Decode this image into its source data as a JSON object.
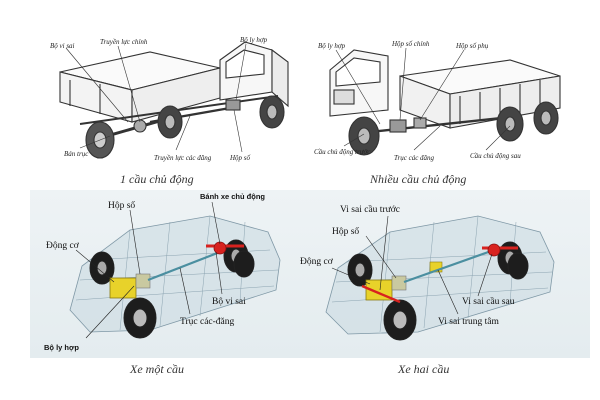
{
  "top_left": {
    "caption": "1 cầu chủ động",
    "labels": {
      "vi_sai": "Bộ vi sai",
      "truyen_luc_chinh": "Truyền lực chính",
      "ly_hop": "Bộ ly hợp",
      "ban_truc": "Bán trục",
      "truc_cac_dang": "Truyền lực các đăng",
      "hop_so": "Hộp số"
    }
  },
  "top_right": {
    "caption": "Nhiều cầu chủ động",
    "labels": {
      "ly_hop": "Bộ ly hợp",
      "hop_so_chinh": "Hộp số chính",
      "hop_so_phu": "Hộp số phụ",
      "cau_truoc": "Cầu chủ động trước",
      "truc_cac_dang": "Trục các đăng",
      "cau_sau": "Cầu chủ động sau"
    }
  },
  "bottom_left": {
    "caption": "Xe một cầu",
    "labels": {
      "banh_xe": "Bánh xe chủ động",
      "hop_so": "Hộp số",
      "dong_co": "Động cơ",
      "vi_sai": "Bộ vi sai",
      "truc_cac_dang": "Trục các-đăng",
      "ly_hop": "Bộ ly hợp"
    }
  },
  "bottom_right": {
    "caption": "Xe hai cầu",
    "labels": {
      "vi_sai_truoc": "Vi sai cầu trước",
      "hop_so": "Hộp số",
      "dong_co": "Động cơ",
      "vi_sai_sau": "Vi sai cầu sau",
      "vi_sai_trung_tam": "Vi sai trung tâm"
    }
  },
  "colors": {
    "engine": "#e8d22a",
    "axle_red": "#d8221f",
    "body_blue": "#9fb7c4"
  }
}
